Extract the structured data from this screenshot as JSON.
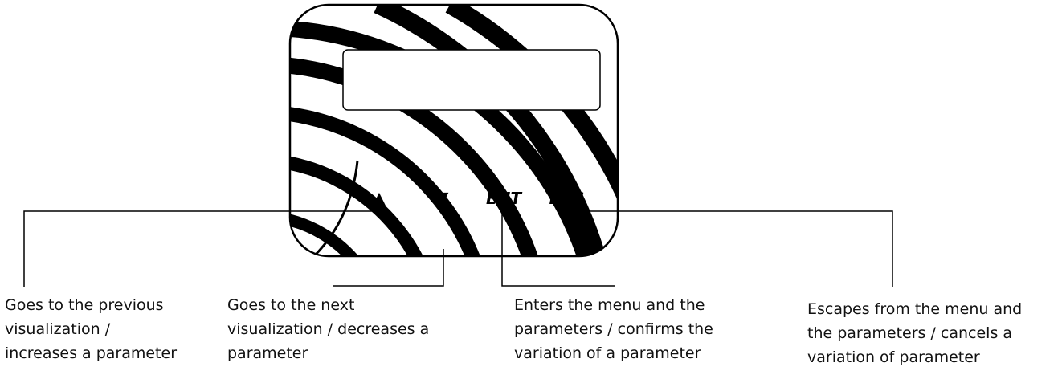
{
  "keypad": {
    "keys": [
      {
        "id": "up",
        "label": "▲",
        "icon": "up-arrow-icon"
      },
      {
        "id": "down",
        "label": "▼",
        "icon": "down-arrow-icon"
      },
      {
        "id": "enter",
        "label": "ENT"
      },
      {
        "id": "escape",
        "label": "ESC"
      }
    ],
    "display": {
      "text": ""
    }
  },
  "captions": {
    "up": {
      "lines": [
        "Goes to the previous",
        "visualization /",
        "increases a parameter"
      ]
    },
    "down": {
      "lines": [
        "Goes to the next",
        "visualization / decreases a",
        "parameter"
      ]
    },
    "enter": {
      "lines": [
        "Enters the menu and the",
        "parameters / confirms the",
        "variation of a parameter"
      ]
    },
    "escape": {
      "lines": [
        "Escapes from the menu and",
        "the parameters / cancels a",
        "variation of parameter"
      ]
    }
  },
  "colors": {
    "stroke": "#000000",
    "text": "#111111",
    "background": "#ffffff"
  }
}
